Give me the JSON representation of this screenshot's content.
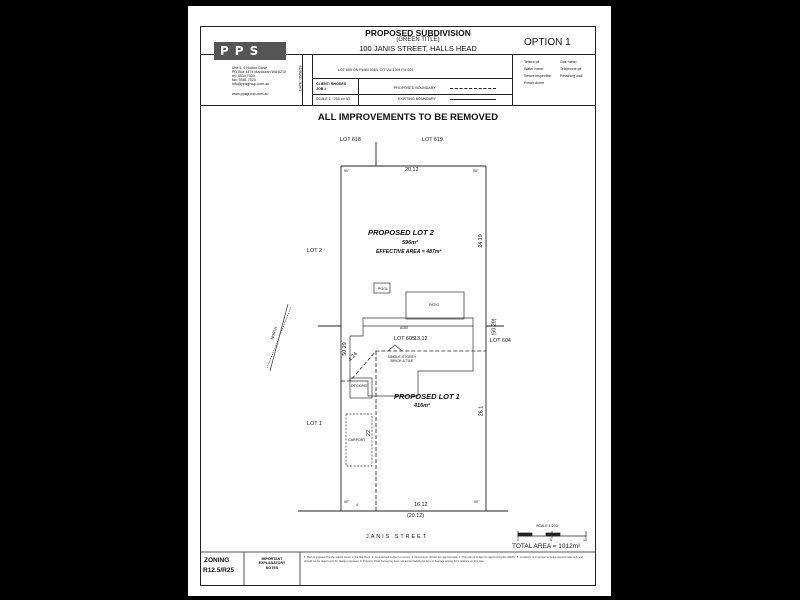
{
  "header": {
    "title": "PROPOSED SUBDIVISION",
    "subtitle": "(GREEN TITLE)",
    "address": "100 JANIS STREET, HALLS HEAD",
    "option": "OPTION 1",
    "logo_text": "PPS",
    "company_lines": [
      "Unit 5, 9 Hutton Close",
      "PO Box 4474 Mandurah WA 6210",
      "tel: 9534 7000",
      "fax: 9581 7020",
      "info@ppsgroup.com.au"
    ],
    "website": "www.ppsgroup.com.au",
    "date_label": "DATE: 06/08/18",
    "lot_line": "LOT 605 ON PLAN 9063, C/T Vol 1394 Fol 601",
    "client": "CLIENT: RHODES",
    "job": "JOB #",
    "scale": "SCALE 1 : 200 on A3",
    "proposed_boundary": "PROPOSED BOUNDARY",
    "existing_boundary": "EXISTING BOUNDARY",
    "legend": [
      "Telstra pit",
      "Water meter",
      "Sewer inspection",
      "Power dome",
      "Gas meter",
      "Telephone pit",
      "Retaining wall"
    ]
  },
  "plan": {
    "notice": "ALL IMPROVEMENTS TO BE REMOVED",
    "lot_618": "LOT 618",
    "lot_619": "LOT 619",
    "lot_2_left": "LOT 2",
    "lot_1_left": "LOT 1",
    "lot_604": "LOT 604",
    "lot_605": "LOT 605",
    "top_dim": "20.12",
    "bottom_dim": "16.12",
    "bottom_dim_total": "(20.12)",
    "right_dim_upper": "24.19",
    "right_dim_total": "(50.29)",
    "right_dim_lower": "26.1",
    "left_dim_total": "50.29",
    "inner_dim": "13.12",
    "diag_dim": "4.24",
    "mid_left_dim": "22",
    "corner_small": "4",
    "angle_90": "90°",
    "proposed_lot_2": "PROPOSED LOT 2",
    "lot2_area": "596m²",
    "lot2_effective": "EFFECTIVE AREA = 487m²",
    "proposed_lot_1": "PROPOSED LOT 1",
    "lot1_area": "416m²",
    "house_no": "#100",
    "house_desc": "SINGLE STOREY\nBRICK & TILE",
    "pool": "POOL",
    "patio": "PATIO",
    "decking": "DECKING",
    "carport": "CARPORT",
    "north": "NORTH",
    "street": "JANIS STREET",
    "scale_label": "SCALE 1:200",
    "scale_ticks": [
      "0",
      "5",
      "10"
    ],
    "total_area": "TOTAL AREA = 1012m²"
  },
  "footer": {
    "zoning_label": "ZONING",
    "zoning_value": "R12.5/R25",
    "notes_label": "IMPORTANT\nEXPLANATORY\nNOTES",
    "notes": "1. Plan is prepared for the stated owner in the title block. 2. Area quoted subject to survey. 3. Dimensions shown are approximate. 4. This plan is subject to approval by the WAPC. 5. Locations of improvements are approximate only and should not be relied upon for design purposes. 6. Property Pride Surveying does not accept liability for loss or damage arising from reliance on this plan."
  }
}
